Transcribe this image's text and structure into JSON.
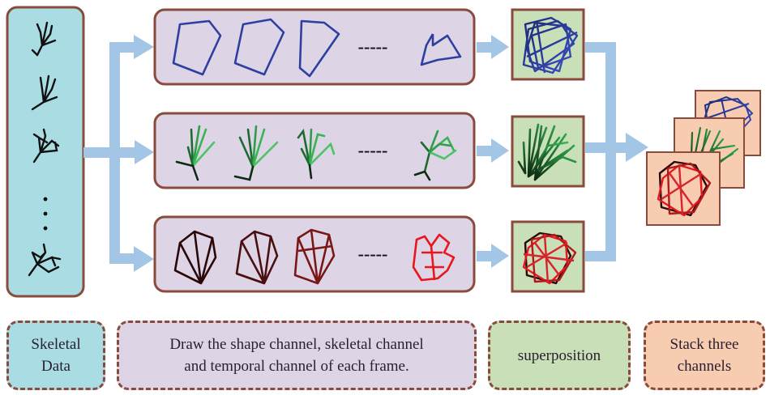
{
  "colors": {
    "skeleton_panel": "#a9dce3",
    "frames_panel": "#ddd5e6",
    "superposition_panel": "#c9dfb8",
    "stack_panel": "#f7ccb1",
    "border": "#8a4a3c",
    "arrow": "#a4c6e6",
    "shape_channel": "#2f3fa0",
    "skeletal_channel": "#2e9e48",
    "temporal_channel": "#d9232b"
  },
  "rows": [
    {
      "name": "shape",
      "ellipsis": "-----"
    },
    {
      "name": "skeletal",
      "ellipsis": "-----"
    },
    {
      "name": "temporal",
      "ellipsis": "-----"
    }
  ],
  "skeleton_column": {
    "vertical_dots": "·\n·\n·"
  },
  "legend": {
    "skeletal": "Skeletal\nData",
    "draw": "Draw the shape channel, skeletal channel\nand temporal channel of each frame.",
    "superposition": "superposition",
    "stack": "Stack three\nchannels"
  }
}
